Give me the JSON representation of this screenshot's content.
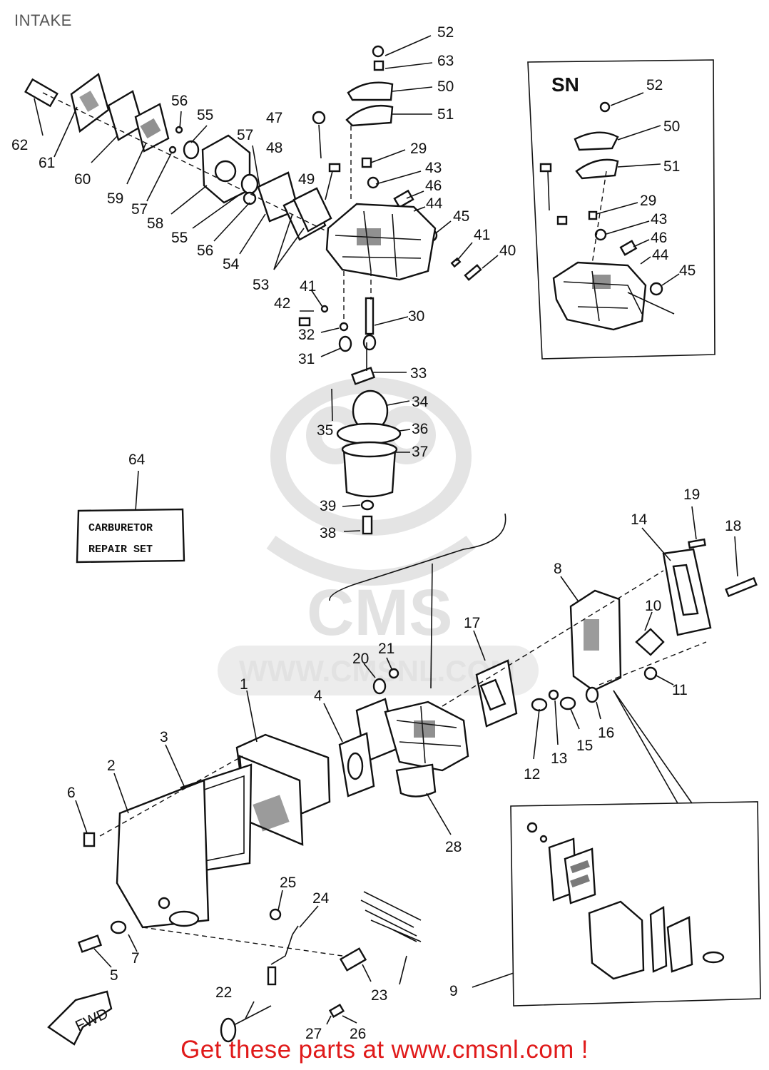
{
  "title": "INTAKE",
  "footer_text": "Get these parts at www.cmsnl.com !",
  "watermark": {
    "brand": "CMS",
    "site": "WWW.CMSNL.COM"
  },
  "inset_label": "SN",
  "repair_set": {
    "ref": "64",
    "line1": "CARBURETOR",
    "line2": "REPAIR SET"
  },
  "direction_label": "FWD",
  "colors": {
    "footer": "#e01a1a",
    "line": "#111111",
    "watermark": "#e2e2e2"
  },
  "callouts_main": [
    "52",
    "63",
    "50",
    "51",
    "47",
    "48",
    "29",
    "43",
    "46",
    "44",
    "45",
    "41",
    "40",
    "49",
    "62",
    "61",
    "60",
    "59",
    "57",
    "58",
    "55",
    "56",
    "54",
    "53",
    "42",
    "41",
    "32",
    "31",
    "30",
    "33",
    "34",
    "35",
    "36",
    "37",
    "39",
    "38",
    "19",
    "18",
    "14",
    "8",
    "10",
    "11",
    "17",
    "20",
    "21",
    "4",
    "1",
    "3",
    "2",
    "6",
    "7",
    "5",
    "16",
    "15",
    "13",
    "12",
    "28",
    "25",
    "24",
    "22",
    "23",
    "27",
    "26",
    "9"
  ],
  "callouts_top_left": [
    "56",
    "55",
    "57"
  ],
  "callouts_inset": [
    "52",
    "50",
    "51",
    "29",
    "43",
    "46",
    "44",
    "45"
  ]
}
